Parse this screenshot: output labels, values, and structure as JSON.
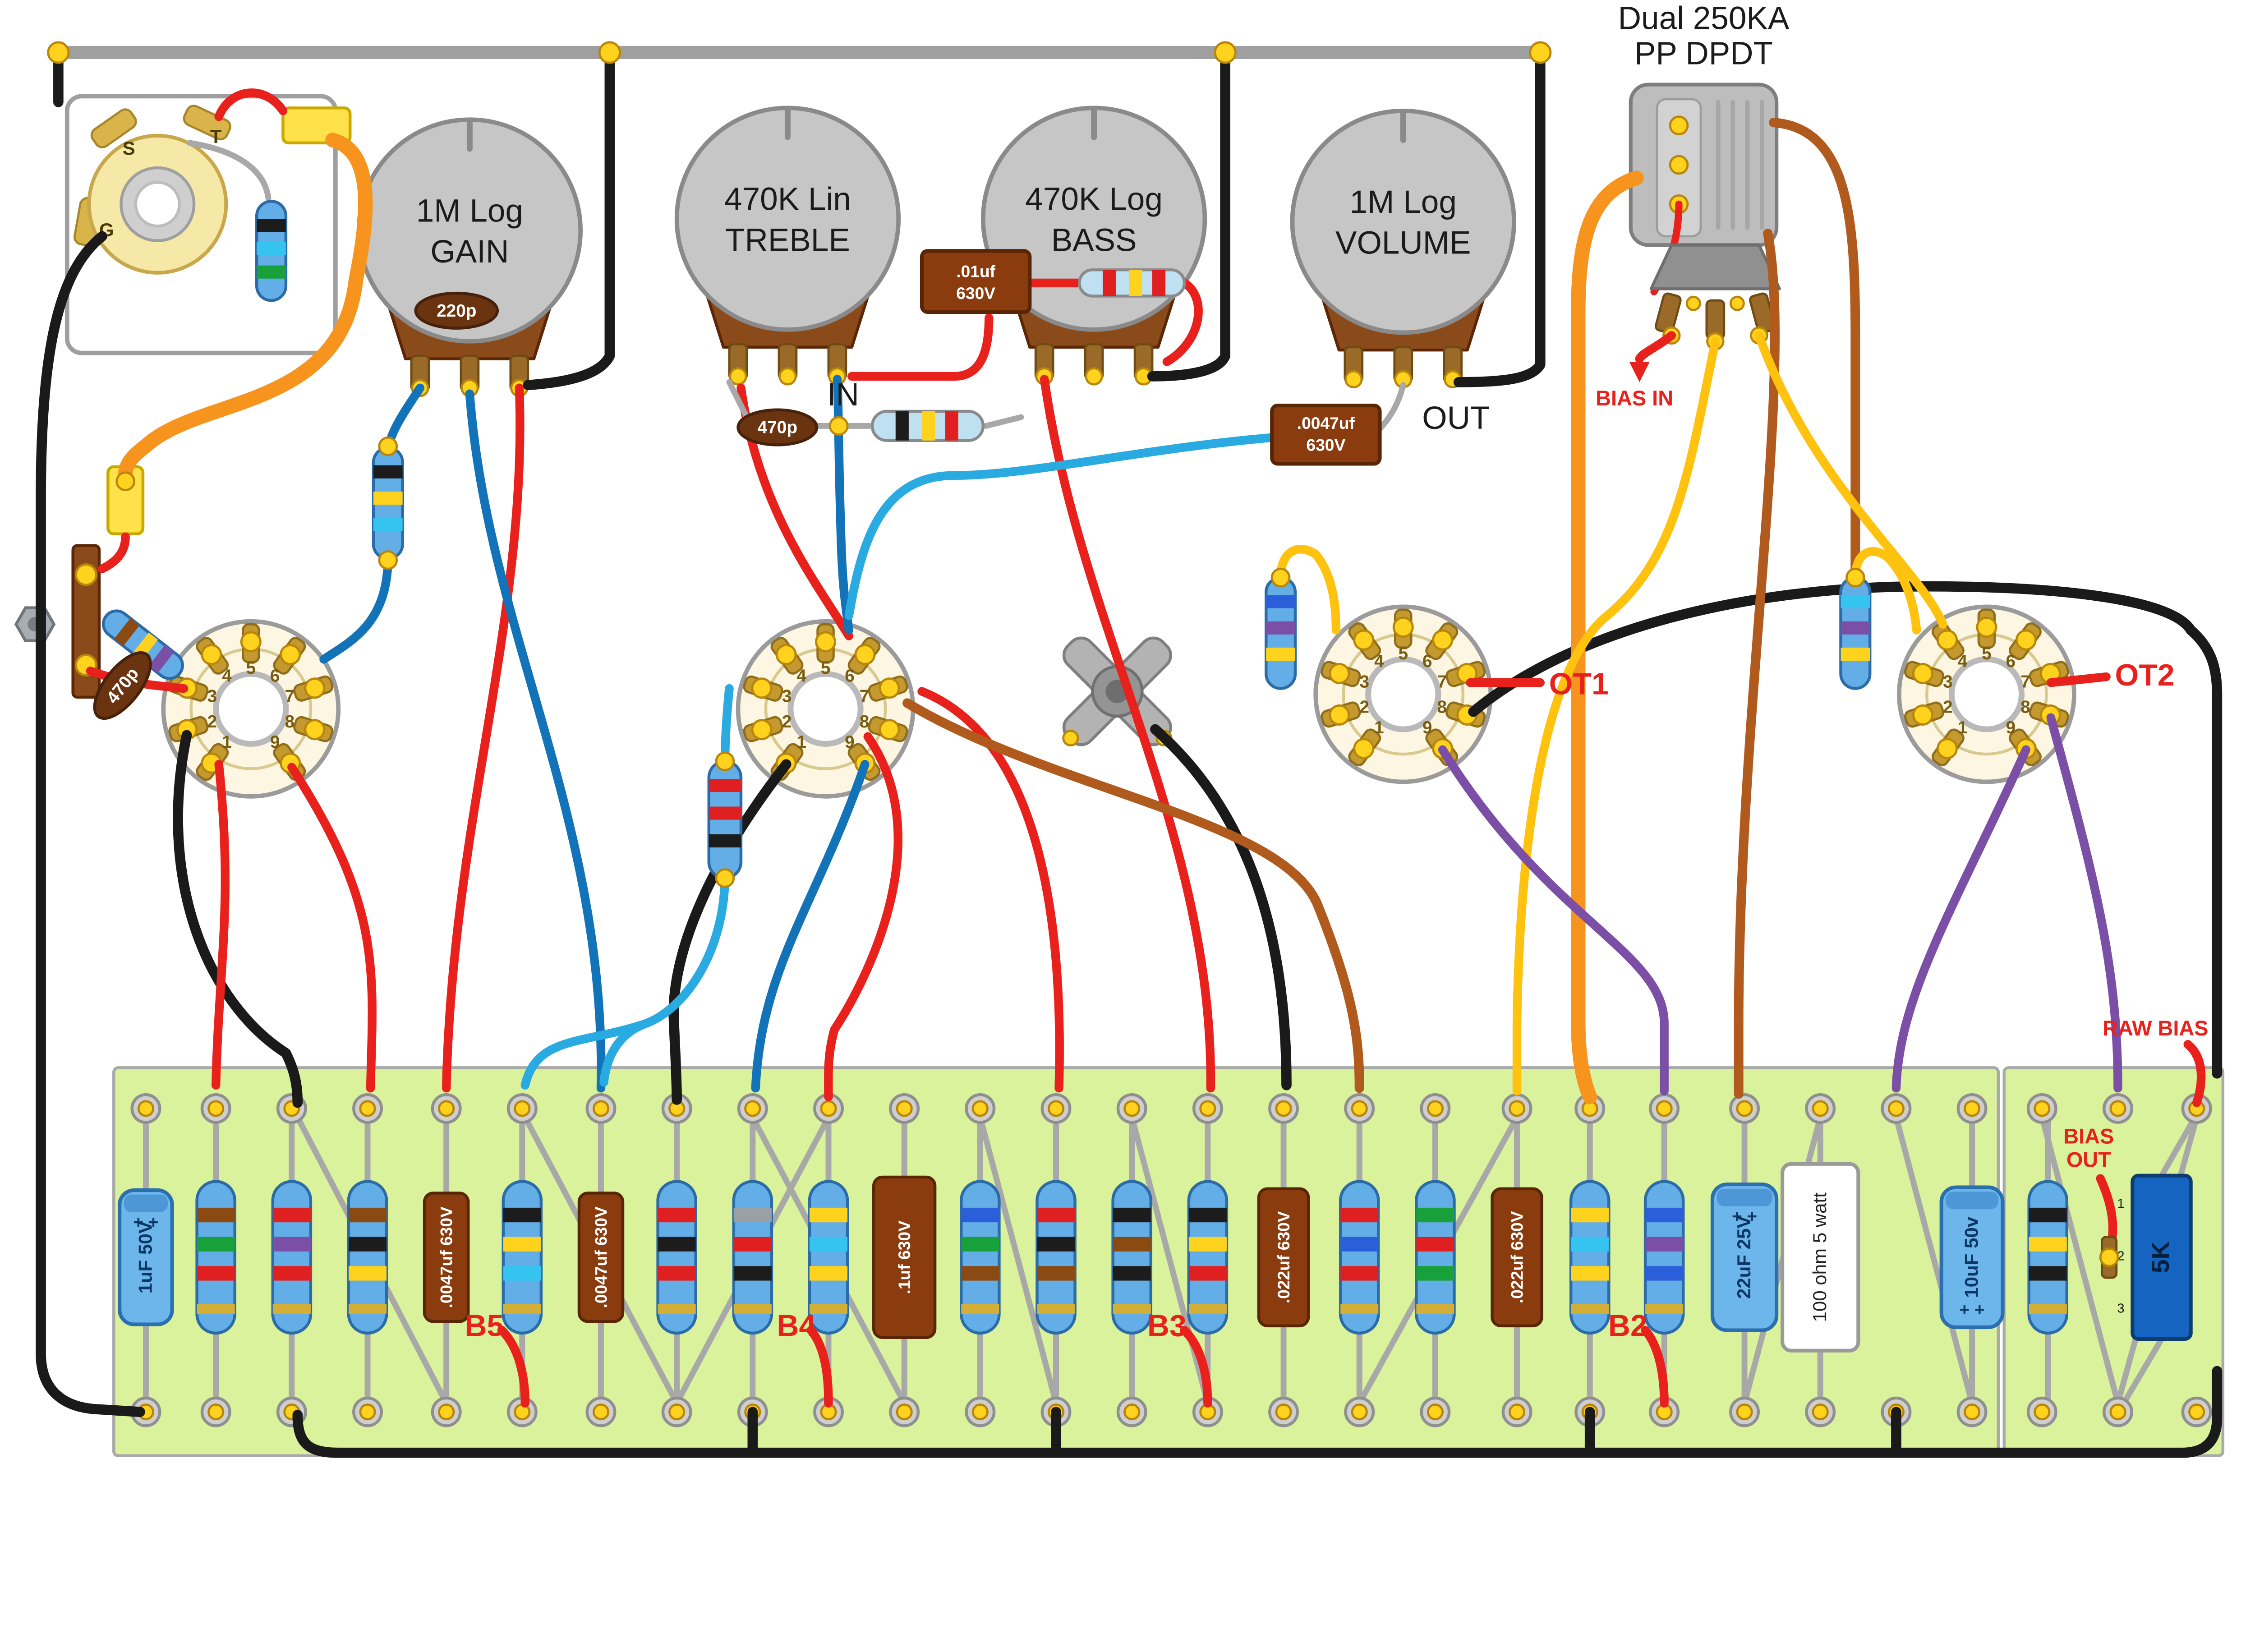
{
  "header": {
    "line1": "Dual 250KA",
    "line2": "PP DPDT"
  },
  "pots": {
    "gain": {
      "line1": "1M Log",
      "line2": "GAIN"
    },
    "treble": {
      "line1": "470K Lin",
      "line2": "TREBLE"
    },
    "bass": {
      "line1": "470K Log",
      "line2": "BASS"
    },
    "volume": {
      "line1": "1M Log",
      "line2": "VOLUME"
    }
  },
  "jack": {
    "sleeve": "S",
    "tip": "T",
    "ground": "G"
  },
  "socket_pins": [
    "1",
    "2",
    "3",
    "4",
    "5",
    "6",
    "7",
    "8",
    "9"
  ],
  "labels": {
    "in": "IN",
    "out": "OUT",
    "ot1": "OT1",
    "ot2": "OT2",
    "bias_in": "BIAS IN",
    "raw_bias": "RAW BIAS",
    "bias_out_line1": "BIAS",
    "bias_out_line2": "OUT",
    "b2": "B2",
    "b3": "B3",
    "b4": "B4",
    "b5": "B5"
  },
  "capacitors": {
    "c220p": "220p",
    "c470p_input": "470p",
    "c470p_jack": "470p",
    "c01uf": {
      "line1": ".01uf",
      "line2": "630V"
    },
    "c0047uf_out": {
      "line1": ".0047uf",
      "line2": "630V"
    },
    "board": {
      "c0047_a": ".0047uf 630V",
      "c0047_b": ".0047uf 630V",
      "c1uf": ".1uf 630V",
      "c022_a": ".022uf 630V",
      "c022_b": ".022uf 630V"
    }
  },
  "electrolytics": {
    "e1uf": {
      "label": "1uF 50V",
      "polarity": "+ +"
    },
    "e22uf": {
      "label": "22uF 25V",
      "polarity": "+ +"
    },
    "e10uf": {
      "label": "10uF 50v",
      "polarity": "+ +"
    }
  },
  "power_resistor_label": "100 ohm 5 watt",
  "bias_trimmer": {
    "label": "5K",
    "pins": [
      "1",
      "2",
      "3"
    ]
  },
  "board": {
    "resistor_bands": [
      [
        "brown",
        "green",
        "red"
      ],
      [
        "red",
        "violet",
        "red"
      ],
      [
        "brown",
        "black",
        "yellow"
      ],
      [
        "black",
        "yellow",
        "cyan"
      ],
      [
        "red",
        "black",
        "red"
      ],
      [
        "gray",
        "red",
        "black"
      ],
      [
        "yellow",
        "cyan",
        "yellow"
      ],
      [
        "blue",
        "green",
        "brown"
      ],
      [
        "red",
        "black",
        "brown"
      ],
      [
        "black",
        "brown",
        "black"
      ],
      [
        "black",
        "yellow",
        "red"
      ],
      [
        "red",
        "blue",
        "red"
      ],
      [
        "green",
        "red",
        "green"
      ],
      [
        "yellow",
        "cyan",
        "yellow"
      ],
      [
        "blue",
        "violet",
        "blue"
      ],
      [
        "black",
        "yellow",
        "black"
      ]
    ]
  },
  "palette": {
    "board_green": "#d9f29b",
    "accent_red": "#e8211d",
    "wire_orange": "#f7941d",
    "wire_blue": "#1273b8",
    "wire_cyan": "#29abe2",
    "wire_brown": "#b05a1d",
    "wire_yellow": "#ffc20e",
    "wire_purple": "#7b4fa6",
    "wire_black": "#1a1a1a",
    "bus_gray": "#9f9f9f"
  }
}
